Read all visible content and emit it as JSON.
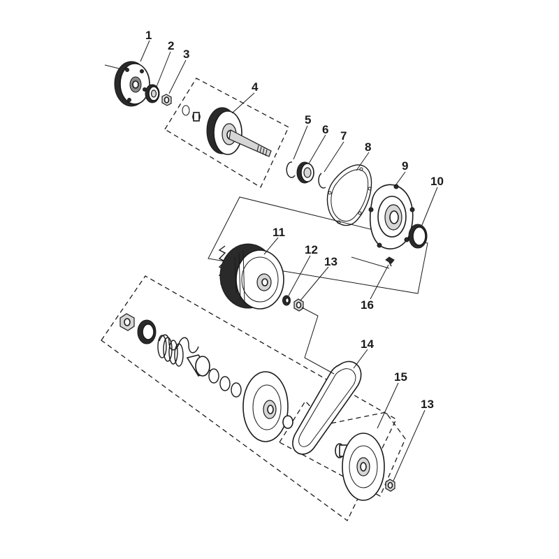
{
  "callouts": [
    "1",
    "2",
    "3",
    "4",
    "5",
    "6",
    "7",
    "8",
    "9",
    "10",
    "11",
    "12",
    "13",
    "14",
    "15",
    "13",
    "16"
  ]
}
